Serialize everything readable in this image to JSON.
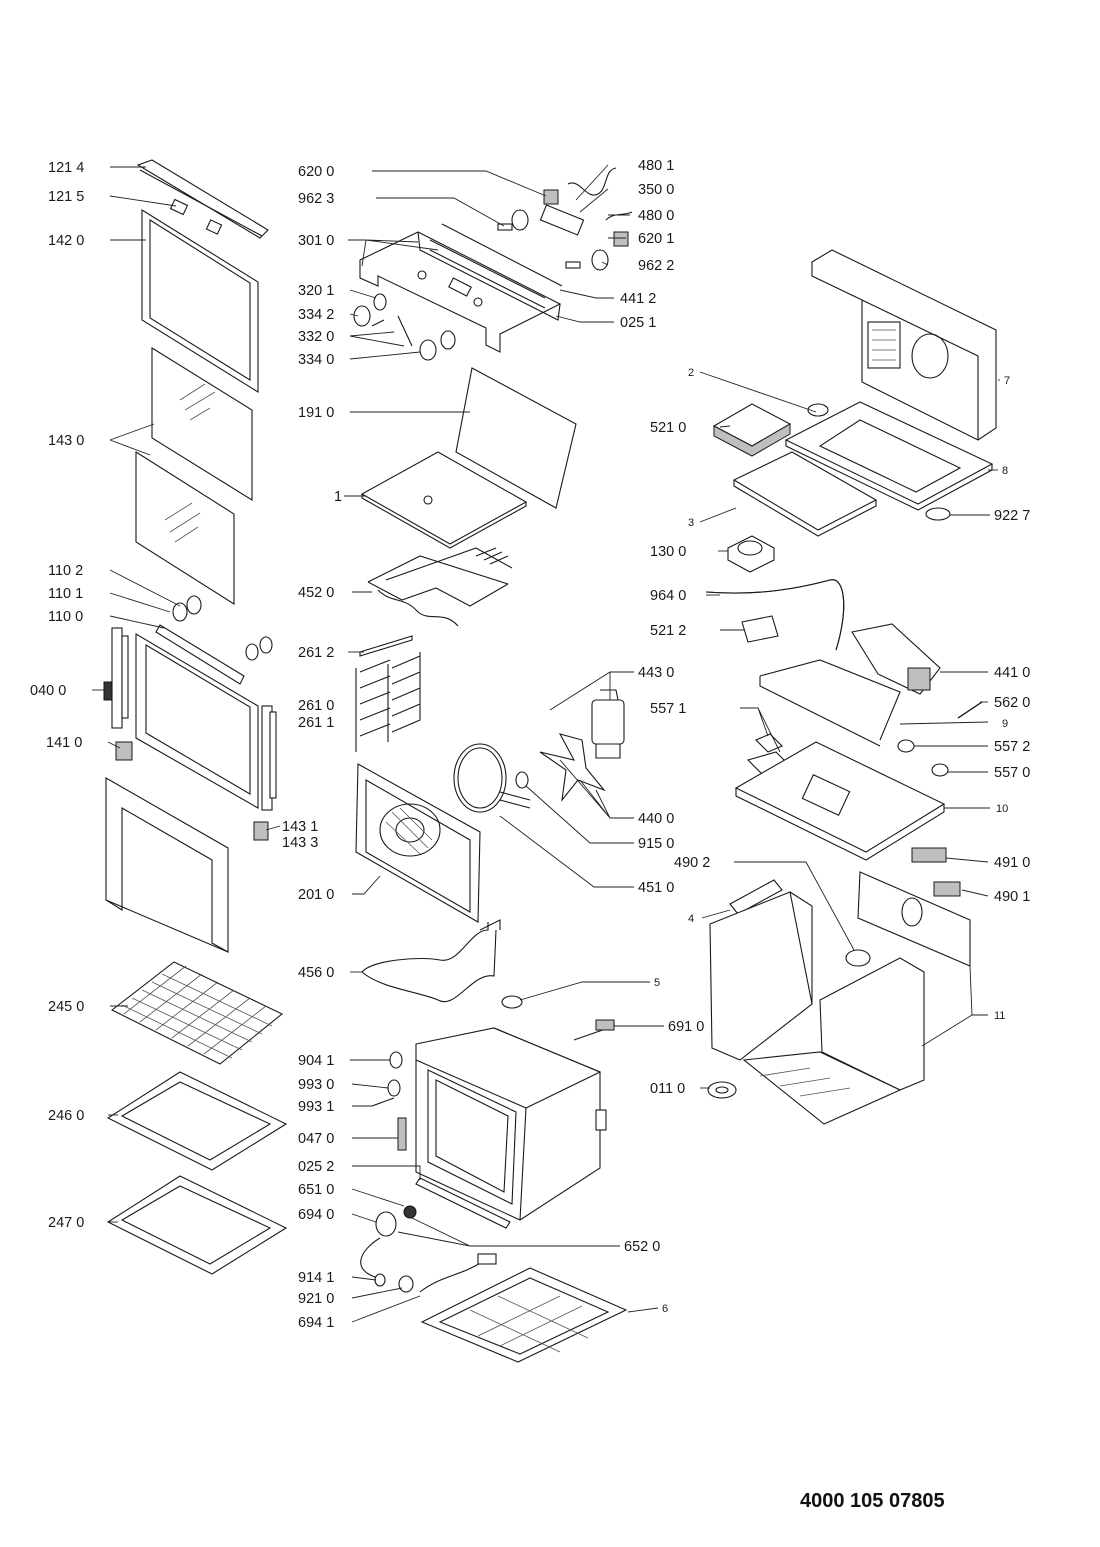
{
  "document_number": "4000 105 07805",
  "callouts": [
    {
      "id": "c1214",
      "label": "121 4"
    },
    {
      "id": "c1215",
      "label": "121 5"
    },
    {
      "id": "c1420",
      "label": "142 0"
    },
    {
      "id": "c1430",
      "label": "143 0"
    },
    {
      "id": "c1102",
      "label": "110 2"
    },
    {
      "id": "c1101",
      "label": "110 1"
    },
    {
      "id": "c1100",
      "label": "110 0"
    },
    {
      "id": "c0400",
      "label": "040 0"
    },
    {
      "id": "c1410",
      "label": "141 0"
    },
    {
      "id": "c1431",
      "label": "143 1"
    },
    {
      "id": "c1433",
      "label": "143 3"
    },
    {
      "id": "c2450",
      "label": "245 0"
    },
    {
      "id": "c2460",
      "label": "246 0"
    },
    {
      "id": "c2470",
      "label": "247 0"
    },
    {
      "id": "c6200",
      "label": "620 0"
    },
    {
      "id": "c9623",
      "label": "962 3"
    },
    {
      "id": "c3010",
      "label": "301 0"
    },
    {
      "id": "c3201",
      "label": "320 1"
    },
    {
      "id": "c3342",
      "label": "334 2"
    },
    {
      "id": "c3320",
      "label": "332 0"
    },
    {
      "id": "c3340",
      "label": "334 0"
    },
    {
      "id": "c1910",
      "label": "191 0"
    },
    {
      "id": "c1",
      "label": "1"
    },
    {
      "id": "c4520",
      "label": "452 0"
    },
    {
      "id": "c2612",
      "label": "261 2"
    },
    {
      "id": "c2610",
      "label": "261 0"
    },
    {
      "id": "c2611",
      "label": "261 1"
    },
    {
      "id": "c2010",
      "label": "201 0"
    },
    {
      "id": "c4560",
      "label": "456 0"
    },
    {
      "id": "c9041",
      "label": "904 1"
    },
    {
      "id": "c9930",
      "label": "993 0"
    },
    {
      "id": "c9931",
      "label": "993 1"
    },
    {
      "id": "c0470",
      "label": "047 0"
    },
    {
      "id": "c0252",
      "label": "025 2"
    },
    {
      "id": "c6510",
      "label": "651 0"
    },
    {
      "id": "c6940",
      "label": "694 0"
    },
    {
      "id": "c9141",
      "label": "914 1"
    },
    {
      "id": "c9210",
      "label": "921 0"
    },
    {
      "id": "c6941",
      "label": "694 1"
    },
    {
      "id": "c4801",
      "label": "480 1"
    },
    {
      "id": "c3500",
      "label": "350 0"
    },
    {
      "id": "c4800",
      "label": "480 0"
    },
    {
      "id": "c6201",
      "label": "620 1"
    },
    {
      "id": "c9622",
      "label": "962 2"
    },
    {
      "id": "c4412",
      "label": "441 2"
    },
    {
      "id": "c0251",
      "label": "025 1"
    },
    {
      "id": "c2",
      "label": "2"
    },
    {
      "id": "c7",
      "label": "7"
    },
    {
      "id": "c5210",
      "label": "521 0"
    },
    {
      "id": "c8",
      "label": "8"
    },
    {
      "id": "c3",
      "label": "3"
    },
    {
      "id": "c9227",
      "label": "922 7"
    },
    {
      "id": "c1300",
      "label": "130 0"
    },
    {
      "id": "c9640",
      "label": "964 0"
    },
    {
      "id": "c5212",
      "label": "521 2"
    },
    {
      "id": "c4430",
      "label": "443 0"
    },
    {
      "id": "c4410",
      "label": "441 0"
    },
    {
      "id": "c5620",
      "label": "562 0"
    },
    {
      "id": "c5571",
      "label": "557 1"
    },
    {
      "id": "c9",
      "label": "9"
    },
    {
      "id": "c5572",
      "label": "557 2"
    },
    {
      "id": "c5570",
      "label": "557 0"
    },
    {
      "id": "c4400",
      "label": "440 0"
    },
    {
      "id": "c10",
      "label": "10"
    },
    {
      "id": "c9150",
      "label": "915 0"
    },
    {
      "id": "c4902",
      "label": "490 2"
    },
    {
      "id": "c4510",
      "label": "451 0"
    },
    {
      "id": "c4910",
      "label": "491 0"
    },
    {
      "id": "c4901",
      "label": "490 1"
    },
    {
      "id": "c4",
      "label": "4"
    },
    {
      "id": "c5",
      "label": "5"
    },
    {
      "id": "c11",
      "label": "11"
    },
    {
      "id": "c6910",
      "label": "691 0"
    },
    {
      "id": "c0110",
      "label": "011 0"
    },
    {
      "id": "c6520",
      "label": "652 0"
    },
    {
      "id": "c6",
      "label": "6"
    }
  ]
}
